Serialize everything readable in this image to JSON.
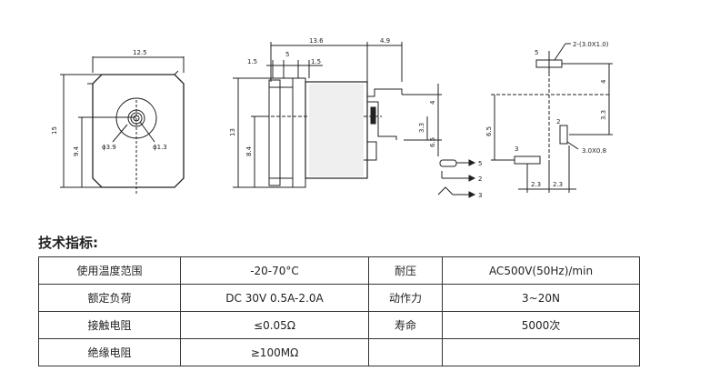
{
  "drawing": {
    "front_view": {
      "width": "12.5",
      "height": "15",
      "dim_9_4": "9.4",
      "d_outer": "ϕ3.9",
      "d_pin": "ϕ1.3"
    },
    "side_view": {
      "length": "13.6",
      "tail": "4.9",
      "d_1_5a": "1.5",
      "d_5": "5",
      "d_1_5b": "1.5",
      "h_13": "13",
      "h_8_4": "8.4",
      "d_4": "4",
      "d_3_3": "3.3",
      "d_6_5": "6.5"
    },
    "pcb_layout": {
      "hole_spec": "2-(3.0X1.0)",
      "slot_spec": "3.0X0.8",
      "pin_5": "5",
      "pin_2": "2",
      "pin_3": "3",
      "v_4": "4",
      "v_3_3": "3.3",
      "v_6_5": "6.5",
      "h_2_3a": "2.3",
      "h_2_3b": "2.3"
    },
    "schematic": {
      "pin_5": "5",
      "pin_2": "2",
      "pin_3": "3"
    }
  },
  "heading": "技术指标:",
  "specs": [
    [
      "使用温度范围",
      "-20-70°C",
      "耐压",
      "AC500V(50Hz)/min"
    ],
    [
      "额定负荷",
      "DC 30V 0.5A-2.0A",
      "动作力",
      "3~20N"
    ],
    [
      "接触电阻",
      "≤0.05Ω",
      "寿命",
      "5000次"
    ],
    [
      "绝缘电阻",
      "≥100MΩ",
      "",
      ""
    ]
  ]
}
